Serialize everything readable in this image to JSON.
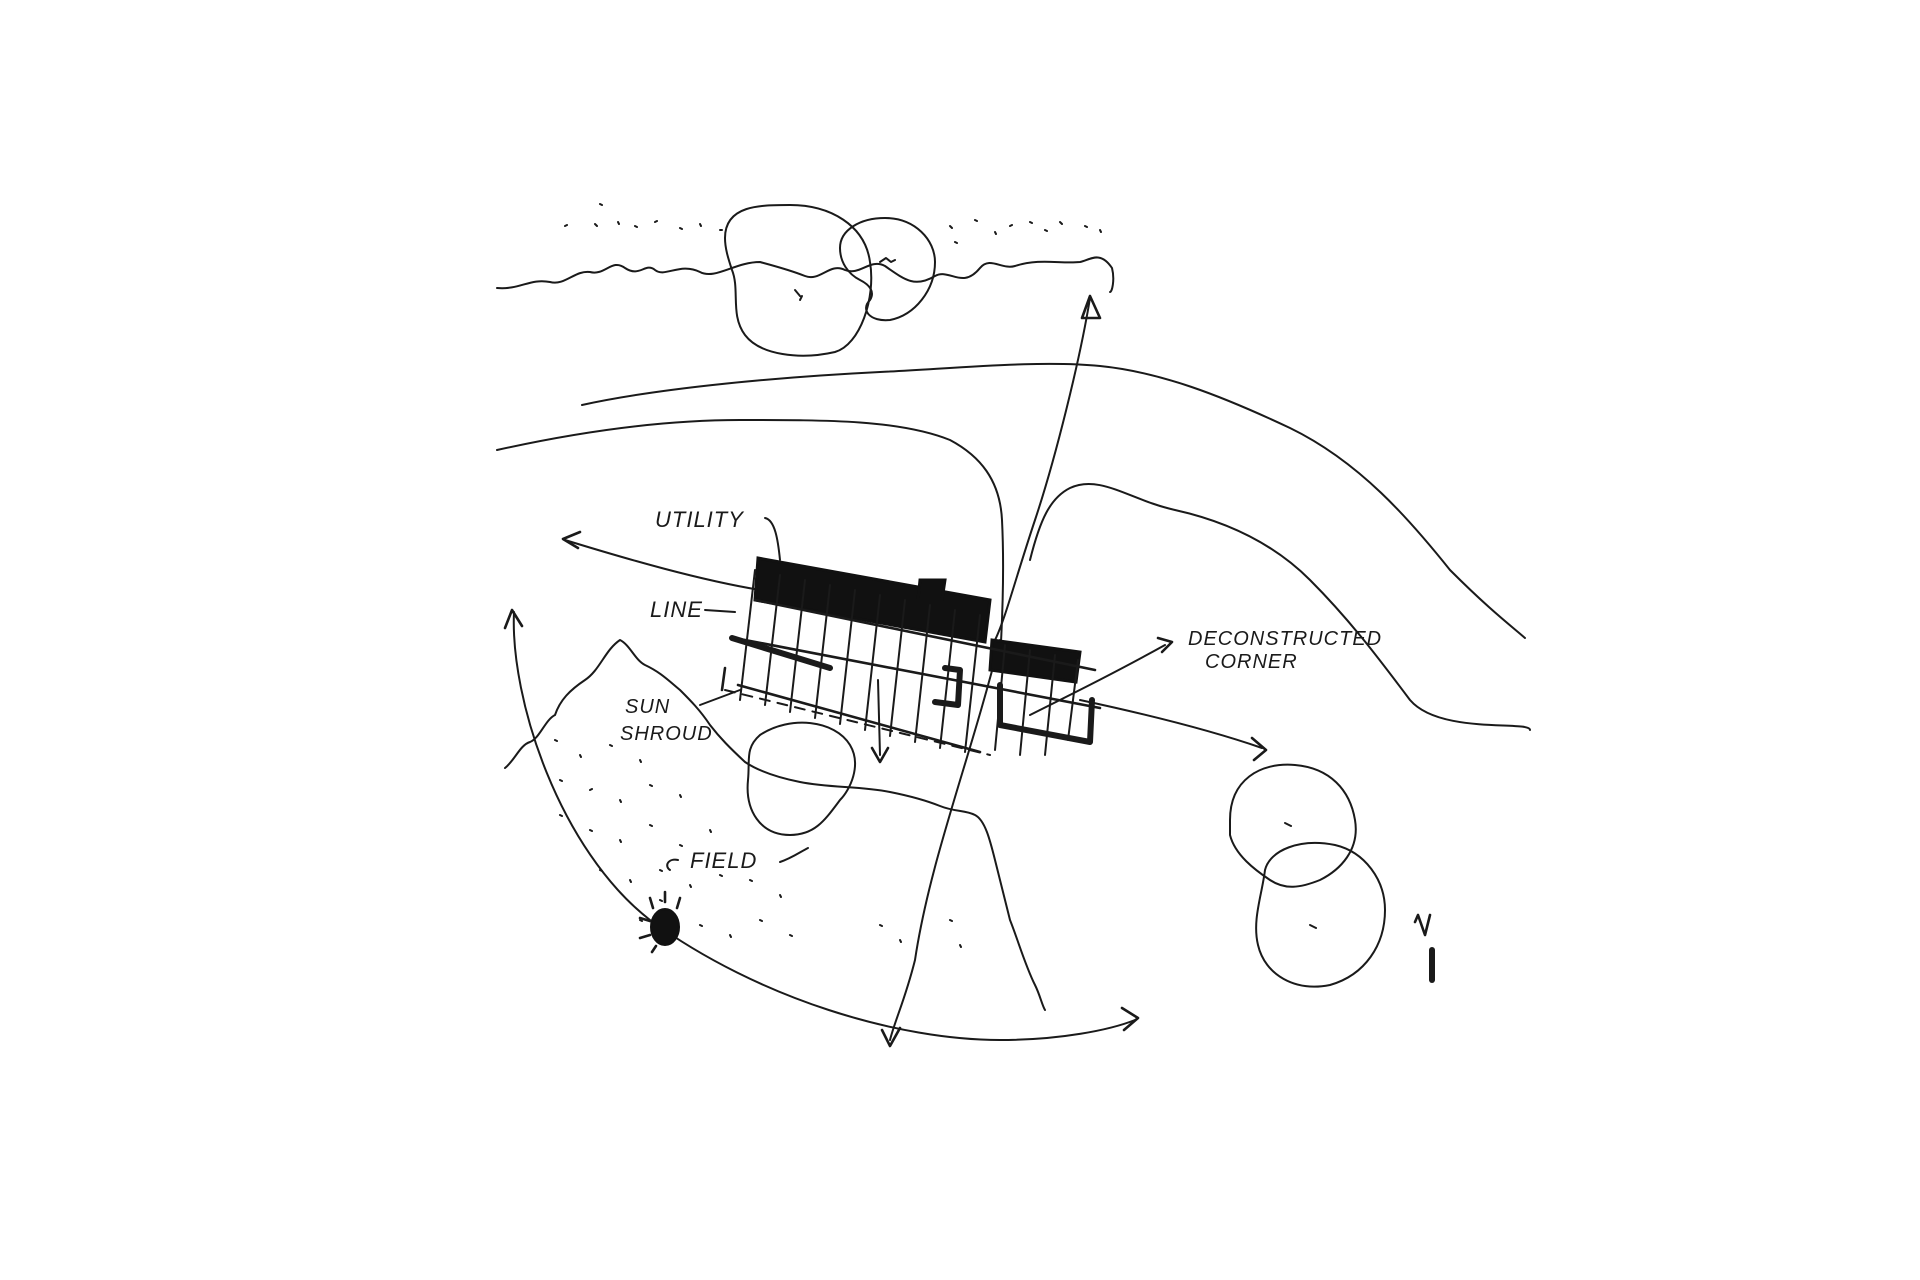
{
  "labels": {
    "utility": "UTILITY",
    "line": "LINE",
    "sun_shroud_1": "SUN",
    "sun_shroud_2": "SHROUD",
    "field": "FIELD",
    "deconstructed_1": "DECONSTRUCTED",
    "deconstructed_2": "CORNER"
  },
  "colors": {
    "ink": "#1a1a1a",
    "paper": "#ffffff"
  }
}
